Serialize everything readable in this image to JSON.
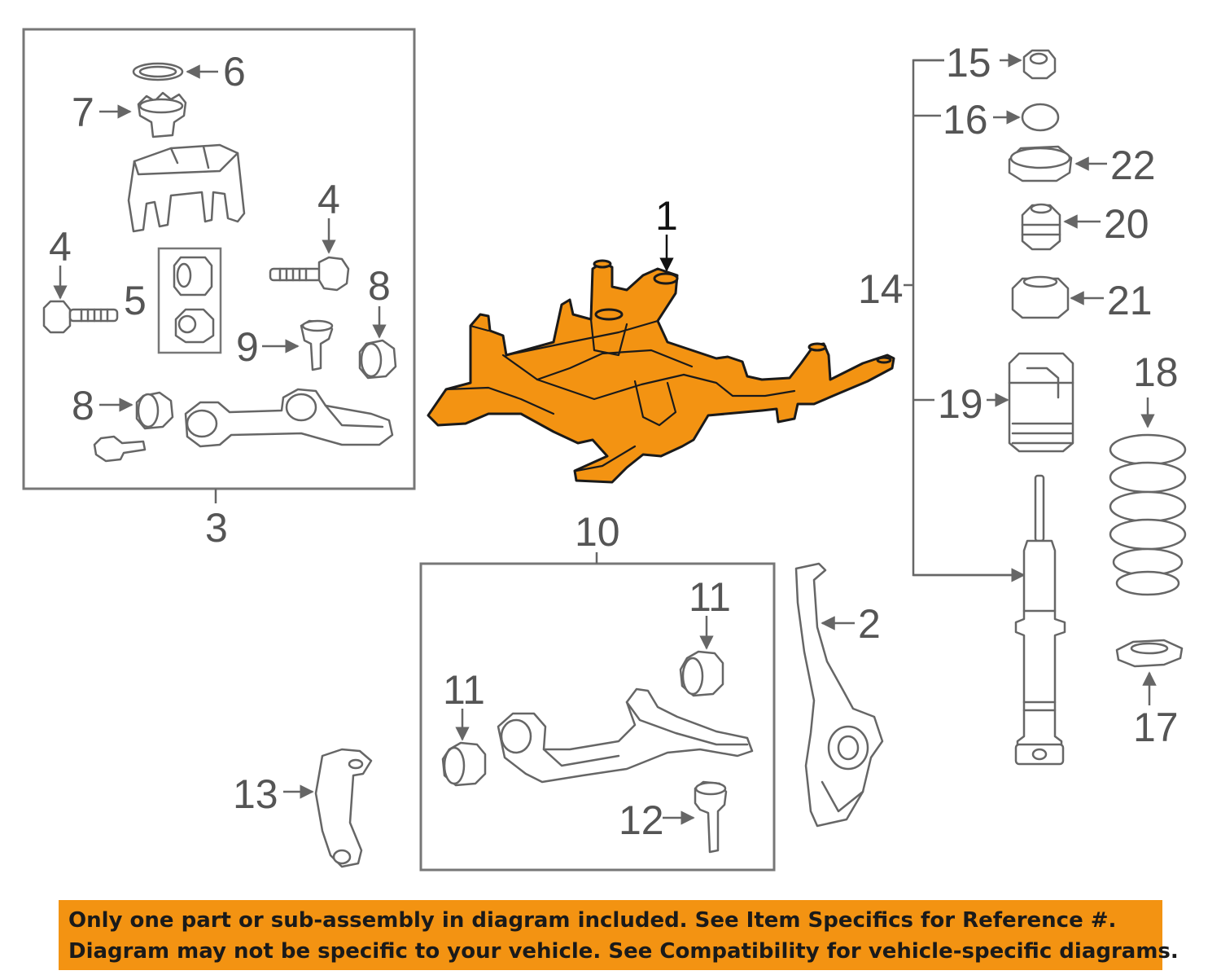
{
  "colors": {
    "highlight": "#f39312",
    "outline": "#666666",
    "notice_bg": "#f39312"
  },
  "callouts": {
    "c1": "1",
    "c2": "2",
    "c3": "3",
    "c4a": "4",
    "c4b": "4",
    "c5": "5",
    "c6": "6",
    "c7": "7",
    "c8a": "8",
    "c8b": "8",
    "c9": "9",
    "c10": "10",
    "c11a": "11",
    "c11b": "11",
    "c12": "12",
    "c13": "13",
    "c14": "14",
    "c15": "15",
    "c16": "16",
    "c17": "17",
    "c18": "18",
    "c19": "19",
    "c20": "20",
    "c21": "21",
    "c22": "22"
  },
  "notice": {
    "line1": "Only one part or sub-assembly in diagram included. See Item Specifics for Reference #.",
    "line2": "Diagram may not be specific to your vehicle. See Compatibility for vehicle-specific diagrams."
  }
}
